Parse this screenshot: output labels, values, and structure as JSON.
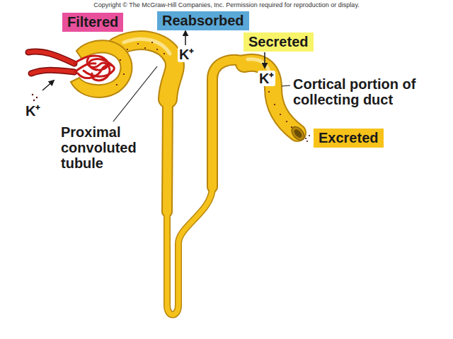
{
  "diagram": {
    "nodes": [
      {
        "text": [
          "Filtered"
        ]
      },
      {
        "text": [
          "Reabsorbed"
        ]
      },
      {
        "text": [
          "Secreted"
        ]
      },
      {
        "text": [
          "Excreted"
        ]
      }
    ],
    "labels": [
      "Copyright © The McGraw-Hill Companies, Inc. Permission required for reproduction or display.",
      "K⁺",
      "K⁺",
      "K⁺",
      "Proximal convoluted tubule",
      "Cortical portion of collecting duct"
    ]
  }
}
